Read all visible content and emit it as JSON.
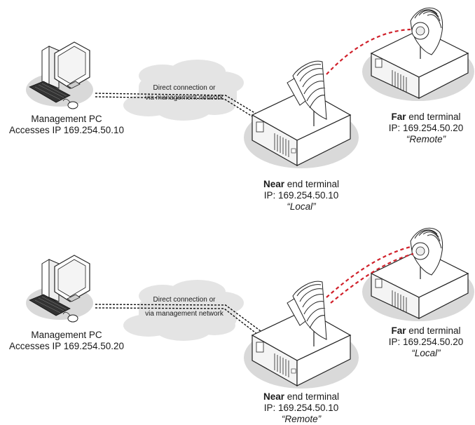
{
  "scenario1": {
    "pc_title": "Management PC",
    "pc_access": "Accesses IP 169.254.50.10",
    "cloud_line1": "Direct connection or",
    "cloud_line2": "via management network",
    "near_bold": "Near",
    "near_rest": " end terminal",
    "near_ip": "IP: 169.254.50.10",
    "near_role": "“Local”",
    "far_bold": "Far",
    "far_rest": " end terminal",
    "far_ip": "IP: 169.254.50.20",
    "far_role": "“Remote”"
  },
  "scenario2": {
    "pc_title": "Management PC",
    "pc_access": "Accesses IP 169.254.50.20",
    "cloud_line1": "Direct connection or",
    "cloud_line2": "via management network",
    "near_bold": "Near",
    "near_rest": " end terminal",
    "near_ip": "IP: 169.254.50.10",
    "near_role": "“Remote”",
    "far_bold": "Far",
    "far_rest": " end terminal",
    "far_ip": "IP: 169.254.50.20",
    "far_role": "“Local”"
  },
  "colors": {
    "radio_link": "#d0202a",
    "shadow": "#d9d9d9",
    "cloud": "#e4e4e4"
  }
}
